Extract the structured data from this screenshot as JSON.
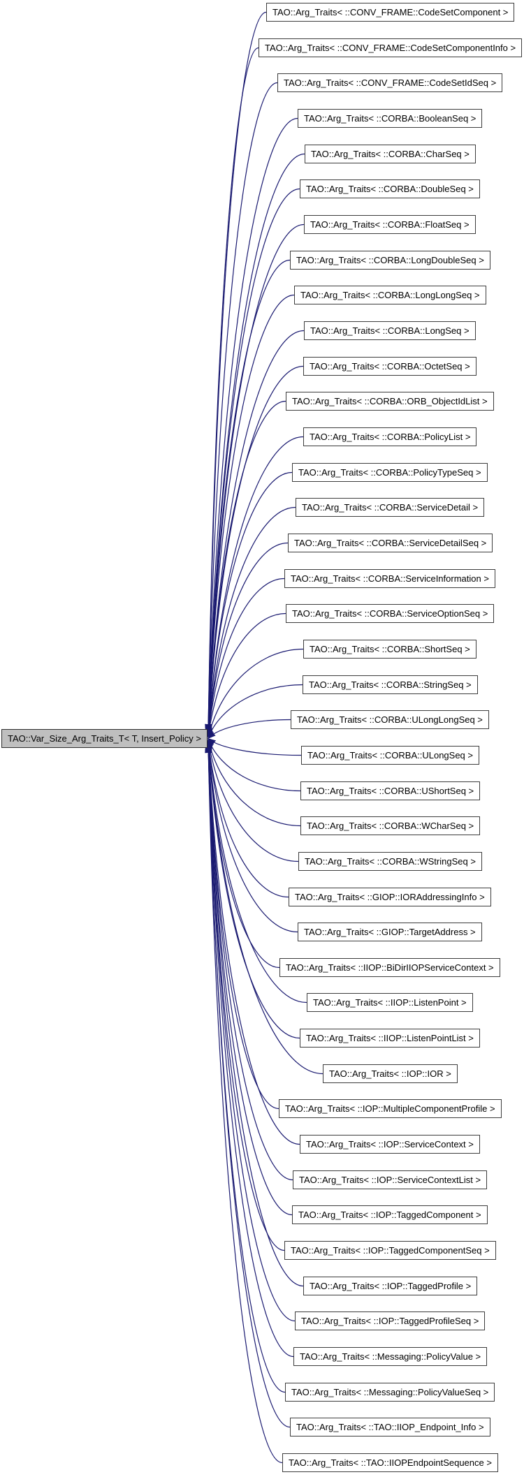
{
  "diagram": {
    "title": "Doxygen inheritance graph",
    "colors": {
      "edge": "#191970",
      "derived_fill": "#ffffff",
      "derived_border": "#3c3c3c",
      "base_fill": "#bfbfbf",
      "base_border": "#2e2e2e",
      "text": "#000000",
      "background": "#ffffff"
    },
    "base_node": {
      "label": "TAO::Var_Size_Arg_Traits_T< T, Insert_Policy >"
    },
    "derived_nodes": [
      {
        "label": "TAO::Arg_Traits< ::CONV_FRAME::CodeSetComponent >"
      },
      {
        "label": "TAO::Arg_Traits< ::CONV_FRAME::CodeSetComponentInfo >"
      },
      {
        "label": "TAO::Arg_Traits< ::CONV_FRAME::CodeSetIdSeq >"
      },
      {
        "label": "TAO::Arg_Traits< ::CORBA::BooleanSeq >"
      },
      {
        "label": "TAO::Arg_Traits< ::CORBA::CharSeq >"
      },
      {
        "label": "TAO::Arg_Traits< ::CORBA::DoubleSeq >"
      },
      {
        "label": "TAO::Arg_Traits< ::CORBA::FloatSeq >"
      },
      {
        "label": "TAO::Arg_Traits< ::CORBA::LongDoubleSeq >"
      },
      {
        "label": "TAO::Arg_Traits< ::CORBA::LongLongSeq >"
      },
      {
        "label": "TAO::Arg_Traits< ::CORBA::LongSeq >"
      },
      {
        "label": "TAO::Arg_Traits< ::CORBA::OctetSeq >"
      },
      {
        "label": "TAO::Arg_Traits< ::CORBA::ORB_ObjectIdList >"
      },
      {
        "label": "TAO::Arg_Traits< ::CORBA::PolicyList >"
      },
      {
        "label": "TAO::Arg_Traits< ::CORBA::PolicyTypeSeq >"
      },
      {
        "label": "TAO::Arg_Traits< ::CORBA::ServiceDetail >"
      },
      {
        "label": "TAO::Arg_Traits< ::CORBA::ServiceDetailSeq >"
      },
      {
        "label": "TAO::Arg_Traits< ::CORBA::ServiceInformation >"
      },
      {
        "label": "TAO::Arg_Traits< ::CORBA::ServiceOptionSeq >"
      },
      {
        "label": "TAO::Arg_Traits< ::CORBA::ShortSeq >"
      },
      {
        "label": "TAO::Arg_Traits< ::CORBA::StringSeq >"
      },
      {
        "label": "TAO::Arg_Traits< ::CORBA::ULongLongSeq >"
      },
      {
        "label": "TAO::Arg_Traits< ::CORBA::ULongSeq >"
      },
      {
        "label": "TAO::Arg_Traits< ::CORBA::UShortSeq >"
      },
      {
        "label": "TAO::Arg_Traits< ::CORBA::WCharSeq >"
      },
      {
        "label": "TAO::Arg_Traits< ::CORBA::WStringSeq >"
      },
      {
        "label": "TAO::Arg_Traits< ::GIOP::IORAddressingInfo >"
      },
      {
        "label": "TAO::Arg_Traits< ::GIOP::TargetAddress >"
      },
      {
        "label": "TAO::Arg_Traits< ::IIOP::BiDirIIOPServiceContext >"
      },
      {
        "label": "TAO::Arg_Traits< ::IIOP::ListenPoint >"
      },
      {
        "label": "TAO::Arg_Traits< ::IIOP::ListenPointList >"
      },
      {
        "label": "TAO::Arg_Traits< ::IOP::IOR >"
      },
      {
        "label": "TAO::Arg_Traits< ::IOP::MultipleComponentProfile >"
      },
      {
        "label": "TAO::Arg_Traits< ::IOP::ServiceContext >"
      },
      {
        "label": "TAO::Arg_Traits< ::IOP::ServiceContextList >"
      },
      {
        "label": "TAO::Arg_Traits< ::IOP::TaggedComponent >"
      },
      {
        "label": "TAO::Arg_Traits< ::IOP::TaggedComponentSeq >"
      },
      {
        "label": "TAO::Arg_Traits< ::IOP::TaggedProfile >"
      },
      {
        "label": "TAO::Arg_Traits< ::IOP::TaggedProfileSeq >"
      },
      {
        "label": "TAO::Arg_Traits< ::Messaging::PolicyValue >"
      },
      {
        "label": "TAO::Arg_Traits< ::Messaging::PolicyValueSeq >"
      },
      {
        "label": "TAO::Arg_Traits< ::TAO::IIOP_Endpoint_Info >"
      },
      {
        "label": "TAO::Arg_Traits< ::TAO::IIOPEndpointSequence >"
      }
    ]
  }
}
